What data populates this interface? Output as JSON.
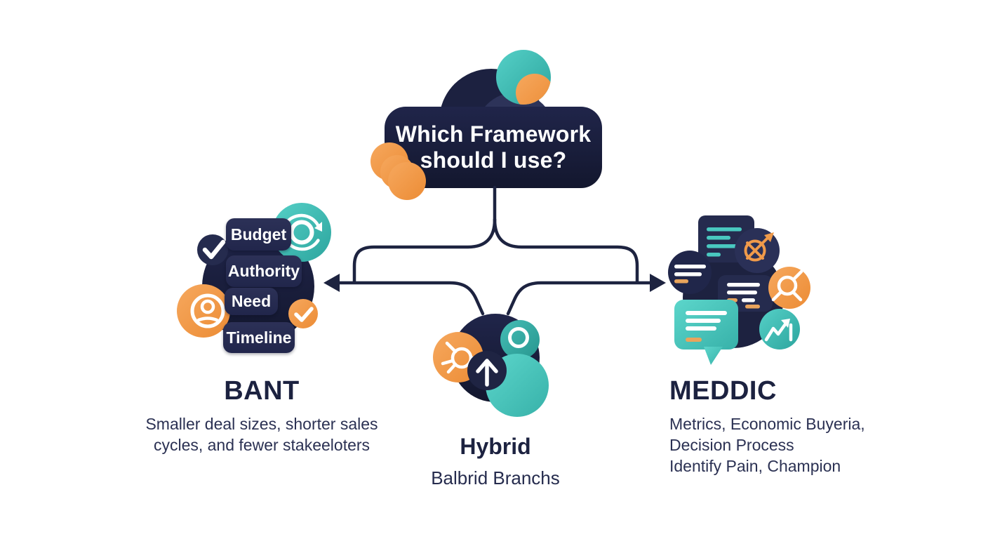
{
  "background_color": "#ffffff",
  "palette": {
    "navy": "#1d2342",
    "navy_dark": "#171b36",
    "teal": "#3fbfb7",
    "teal_light": "#55cfc6",
    "orange": "#f0953f",
    "text_dark": "#1c2240"
  },
  "root_question": {
    "line1": "Which Framework",
    "line2": "should I use?"
  },
  "branches": {
    "bant": {
      "heading": "BANT",
      "description": [
        "Smaller deal sizes, shorter sales",
        "cycles, and fewer stakeeloters"
      ],
      "pills": [
        "Budget",
        "Authority",
        "Need",
        "Timeline"
      ],
      "icons": [
        "checkmark-icon",
        "refresh-cycle-icon",
        "person-icon",
        "checkmark-icon"
      ]
    },
    "hybrid": {
      "heading": "Hybrid",
      "subtitle": "Balbrid Branchs",
      "icons": [
        "node-network-icon",
        "ring-icon",
        "arrow-up-icon"
      ]
    },
    "meddic": {
      "heading": "MEDDIC",
      "description": [
        "Metrics, Economic Buyeria,",
        "Decision Process",
        "Identify Pain, Champion"
      ],
      "icons": [
        "document-card-icon",
        "compass-target-icon",
        "chat-bubble-icon",
        "note-card-icon",
        "node-network-icon",
        "speech-bubble-icon",
        "trend-up-icon"
      ]
    }
  }
}
